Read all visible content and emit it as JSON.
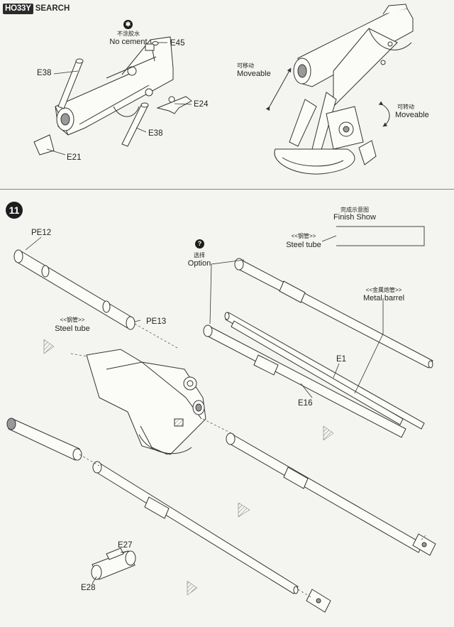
{
  "header": {
    "brand_mark": "HO33Y",
    "brand_text": "SEARCH"
  },
  "step1": {
    "no_cement_cn": "不涂胶水",
    "no_cement_en": "No cement",
    "moveable_cn_1": "可移动",
    "moveable_en_1": "Moveable",
    "moveable_cn_2": "可转动",
    "moveable_en_2": "Moveable",
    "parts": {
      "e45": "E45",
      "e38a": "E38",
      "e24": "E24",
      "e38b": "E38",
      "e21": "E21"
    }
  },
  "step11": {
    "number": "11",
    "finish_cn": "完成示意图",
    "finish_en": "Finish Show",
    "steel_tube_cn_1": "<<钢管>>",
    "steel_tube_en_1": "Steel tube",
    "steel_tube_cn_2": "<<钢管>>",
    "steel_tube_en_2": "Steel tube",
    "option_cn": "选择",
    "option_en": "Option",
    "option_icon": "?",
    "metal_barrel_cn": "<<金属炮管>>",
    "metal_barrel_en": "Metal barrel",
    "parts": {
      "pe12": "PE12",
      "pe13": "PE13",
      "e1": "E1",
      "e16": "E16",
      "e27": "E27",
      "e28": "E28"
    }
  },
  "icons": {
    "no_cement": "no-cement-icon",
    "option": "question-icon"
  }
}
